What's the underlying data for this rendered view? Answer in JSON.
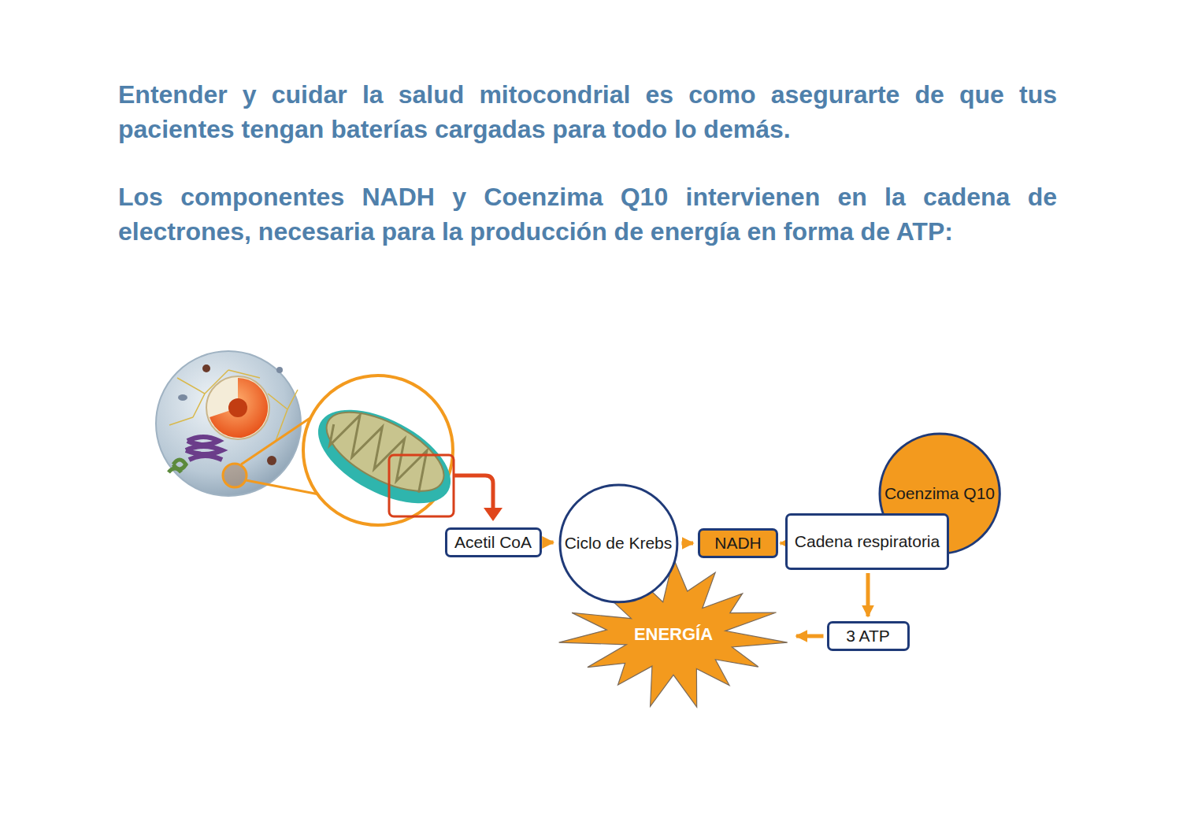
{
  "diagram": {
    "nodes": [
      {
        "text": [
          "Acetil CoA"
        ]
      },
      {
        "text": [
          "Ciclo de Krebs"
        ]
      },
      {
        "text": [
          "NADH"
        ]
      },
      {
        "text": [
          "Cadena respiratoria"
        ]
      },
      {
        "text": [
          "Coenzima Q10"
        ]
      },
      {
        "text": [
          "3 ATP"
        ]
      },
      {
        "text": [
          "ENERGÍA"
        ]
      }
    ],
    "edges": [
      {
        "from": 0,
        "to": 1,
        "arrow": "to"
      },
      {
        "from": 1,
        "to": 2,
        "arrow": "to"
      },
      {
        "from": 2,
        "to": 3,
        "arrow": "to"
      },
      {
        "from": 3,
        "to": 5,
        "arrow": "to"
      },
      {
        "from": 5,
        "to": 6,
        "arrow": "to"
      }
    ],
    "labels": [
      "Entender y cuidar la salud mitocondrial es como asegurarte de que tus pacientes tengan baterías cargadas para todo lo demás.",
      "Los componentes NADH y Coenzima Q10 intervienen en la cadena de electrones, necesaria para la producción de energía en forma de ATP:"
    ]
  }
}
